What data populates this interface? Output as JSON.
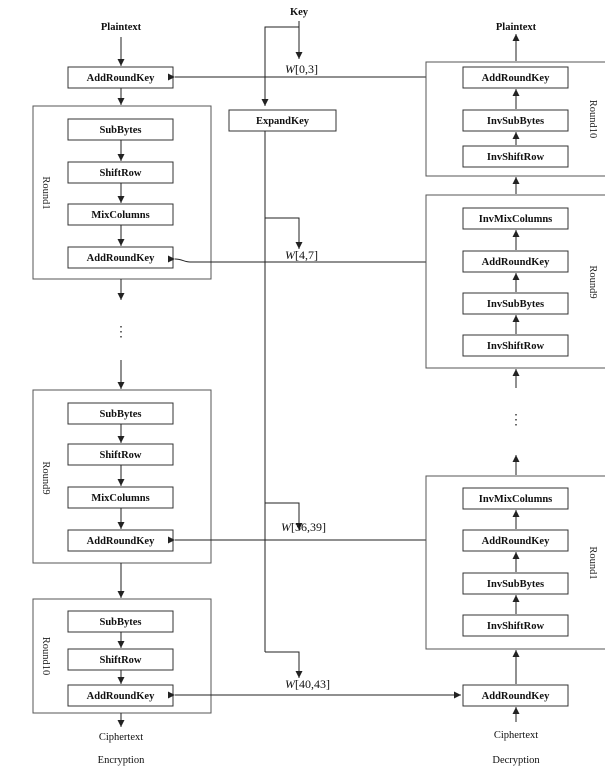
{
  "labels": {
    "enc_plaintext": "Plaintext",
    "key": "Key",
    "dec_plaintext": "Plaintext",
    "enc_ciphertext": "Ciphertext",
    "dec_ciphertext": "Ciphertext",
    "encryption": "Encryption",
    "decryption": "Decryption",
    "ellipsis_left": "⋮",
    "ellipsis_right": "⋮"
  },
  "key_schedule": {
    "expand_key": "ExpandKey",
    "w_prefix": "W",
    "w_ranges": [
      "[0,3]",
      "[4,7]",
      "[36,39]",
      "[40,43]"
    ]
  },
  "encryption": {
    "initial": "AddRoundKey",
    "rounds": [
      {
        "label": "Round1",
        "steps": [
          "SubBytes",
          "ShiftRow",
          "MixColumns",
          "AddRoundKey"
        ]
      },
      {
        "label": "Round9",
        "steps": [
          "SubBytes",
          "ShiftRow",
          "MixColumns",
          "AddRoundKey"
        ]
      },
      {
        "label": "Round10",
        "steps": [
          "SubBytes",
          "ShiftRow",
          "AddRoundKey"
        ]
      }
    ]
  },
  "decryption": {
    "initial": "AddRoundKey",
    "rounds": [
      {
        "label": "Round10",
        "steps": [
          "AddRoundKey",
          "InvSubBytes",
          "InvShiftRow"
        ]
      },
      {
        "label": "Round9",
        "steps": [
          "InvMixColumns",
          "AddRoundKey",
          "InvSubBytes",
          "InvShiftRow"
        ]
      },
      {
        "label": "Round1",
        "steps": [
          "InvMixColumns",
          "AddRoundKey",
          "InvSubBytes",
          "InvShiftRow"
        ]
      }
    ]
  }
}
